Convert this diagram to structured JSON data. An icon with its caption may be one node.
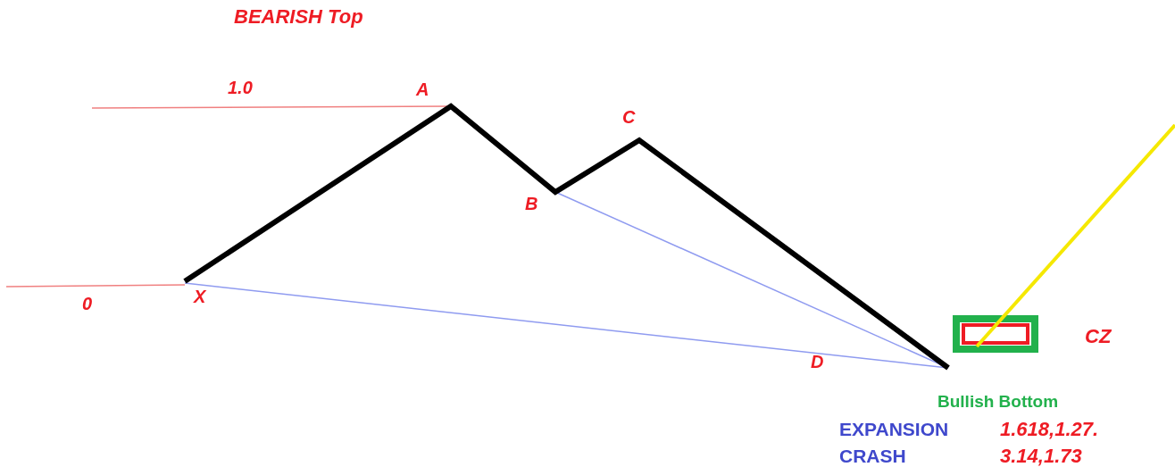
{
  "diagram": {
    "title": "BEARISH Top",
    "labels": [
      "1.0",
      "A",
      "C",
      "B",
      "0",
      "X",
      "CZ",
      "D",
      "Bullish Bottom",
      "EXPANSION",
      "1.618,1.27.",
      "CRASH",
      "3.14,1.73"
    ]
  }
}
